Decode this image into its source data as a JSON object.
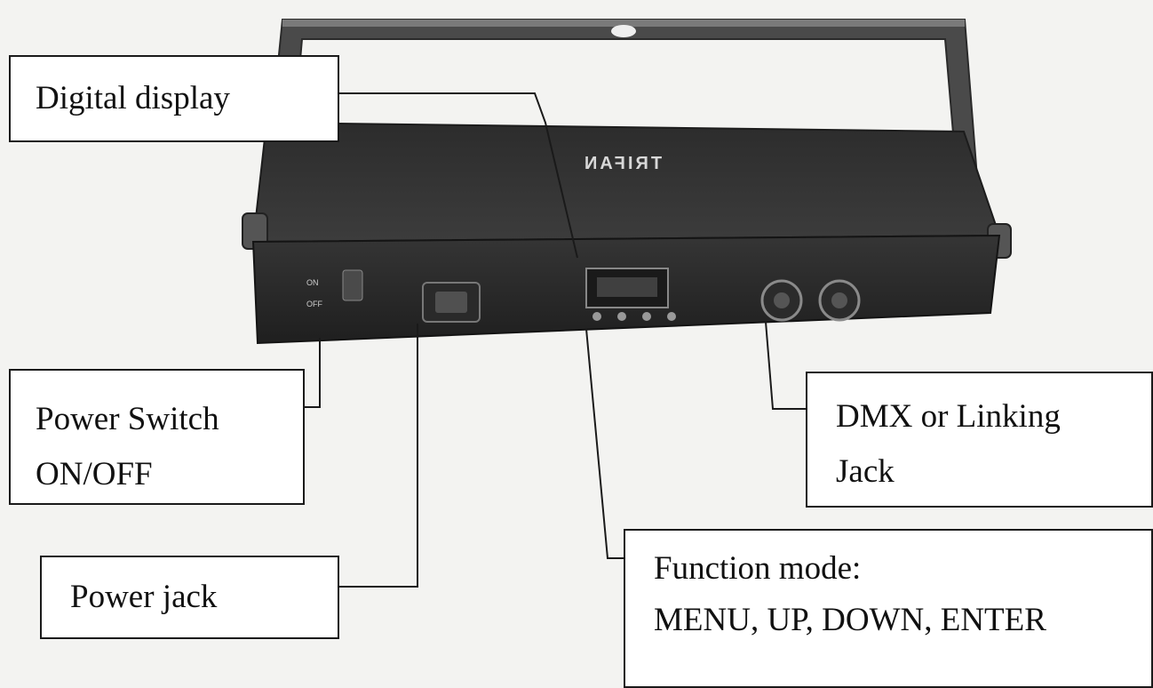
{
  "device": {
    "brand_logo": "TRIFAN",
    "switch_marks": [
      "ON",
      "OFF"
    ]
  },
  "labels": {
    "digital_display": "Digital display",
    "power_switch": [
      "Power Switch",
      "ON/OFF"
    ],
    "power_jack": "Power jack",
    "dmx_jack": [
      "DMX or Linking",
      "Jack"
    ],
    "function_mode": [
      "Function mode:",
      "MENU, UP, DOWN, ENTER"
    ]
  }
}
